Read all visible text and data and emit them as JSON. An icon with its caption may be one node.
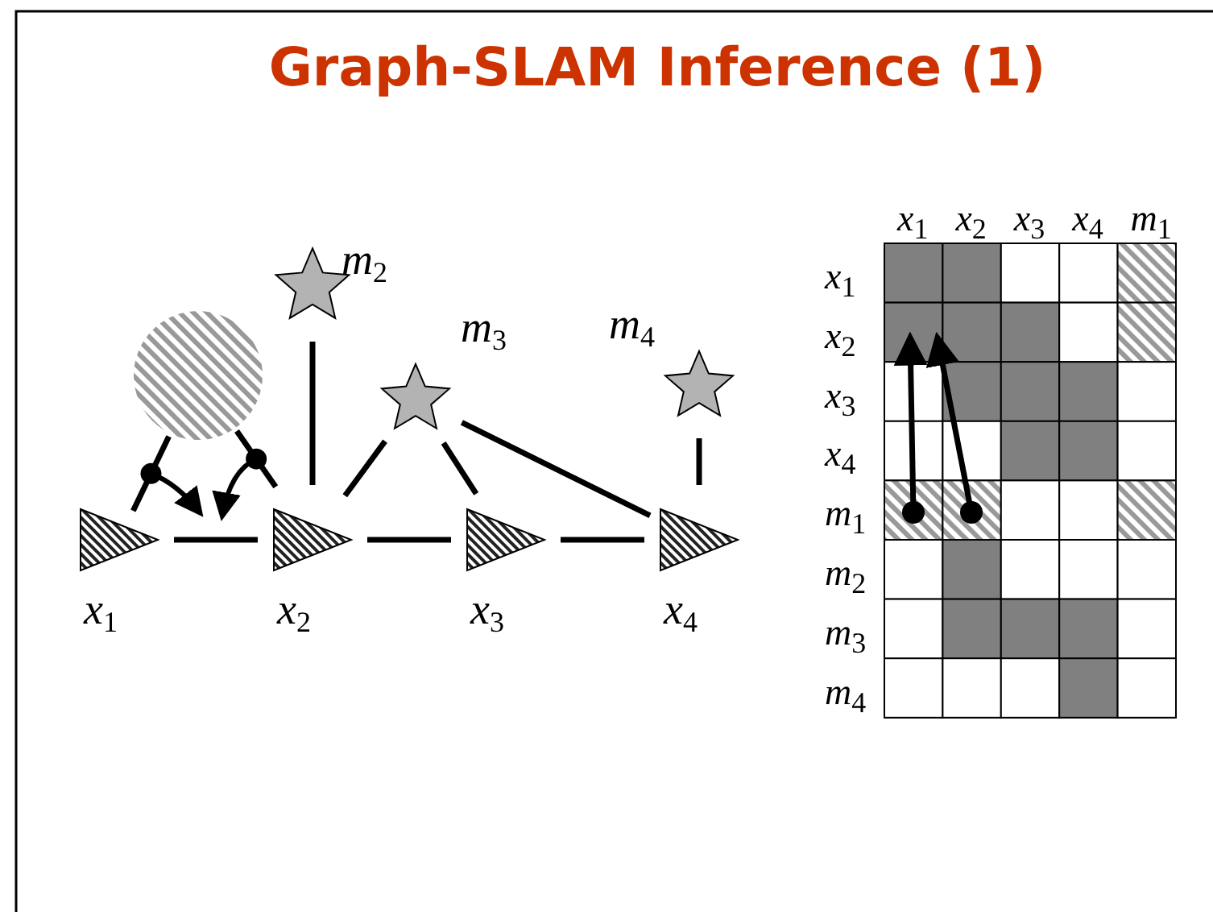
{
  "diagram": {
    "title": "Graph-SLAM Inference (1)",
    "nodes": [
      {
        "text": [
          "*x*$_{1}$"
        ]
      },
      {
        "text": [
          "*x*$_{2}$"
        ]
      },
      {
        "text": [
          "*x*$_{3}$"
        ]
      },
      {
        "text": [
          "*x*$_{4}$"
        ]
      },
      {
        "text": [
          "*m*$_{2}$"
        ]
      },
      {
        "text": [
          "*m*$_{3}$"
        ]
      },
      {
        "text": [
          "*m*$_{4}$"
        ]
      },
      {
        "text": [],
        "shape": "circle"
      }
    ],
    "edges": [
      {
        "from": 0,
        "to": 1,
        "arrow": "none"
      },
      {
        "from": 1,
        "to": 2,
        "arrow": "none"
      },
      {
        "from": 2,
        "to": 3,
        "arrow": "none"
      },
      {
        "from": 1,
        "to": 4,
        "arrow": "none"
      },
      {
        "from": 1,
        "to": 5,
        "arrow": "none"
      },
      {
        "from": 2,
        "to": 5,
        "arrow": "none"
      },
      {
        "from": 3,
        "to": 5,
        "arrow": "none"
      },
      {
        "from": 3,
        "to": 6,
        "arrow": "none"
      },
      {
        "from": 0,
        "to": 7,
        "arrow": "none"
      },
      {
        "from": 1,
        "to": 7,
        "arrow": "none"
      }
    ],
    "labels": [
      "*x*$_{1}$",
      "*x*$_{2}$",
      "*x*$_{3}$",
      "*x*$_{4}$",
      "*m*$_{1}$",
      "*x*$_{1}$",
      "*x*$_{2}$",
      "*x*$_{3}$",
      "*x*$_{4}$",
      "*m*$_{1}$",
      "*m*$_{2}$",
      "*m*$_{3}$",
      "*m*$_{4}$"
    ]
  }
}
